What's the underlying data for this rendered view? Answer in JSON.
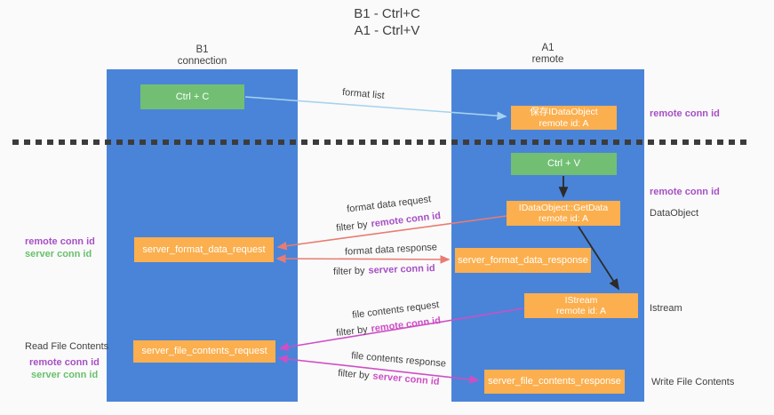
{
  "title": {
    "line1": "B1 - Ctrl+C",
    "line2": "A1 - Ctrl+V"
  },
  "lanes": {
    "left": {
      "name": "B1",
      "role": "connection"
    },
    "right": {
      "name": "A1",
      "role": "remote"
    }
  },
  "boxes": {
    "ctrl_c": {
      "label": "Ctrl + C"
    },
    "save_idataobject": {
      "line1": "保存IDataObject",
      "line2": "remote id: A"
    },
    "ctrl_v": {
      "label": "Ctrl + V"
    },
    "getdata": {
      "line1": "IDataObject::GetData",
      "line2": "remote id: A"
    },
    "format_request": {
      "label": "server_format_data_request"
    },
    "format_response": {
      "label": "server_format_data_response"
    },
    "istream": {
      "line1": "IStream",
      "line2": "remote id: A"
    },
    "file_request": {
      "label": "server_file_contents_request"
    },
    "file_response": {
      "label": "server_file_contents_response"
    }
  },
  "arrow_labels": {
    "format_list": "format list",
    "format_data_request": "format data request",
    "format_data_response": "format data response",
    "file_contents_request": "file contents request",
    "file_contents_response": "file contents response",
    "filter_by": "filter by",
    "remote_conn_id": "remote conn id",
    "server_conn_id": "server conn id"
  },
  "side_labels": {
    "remote_conn_id": "remote conn id",
    "server_conn_id": "server conn id",
    "dataobject": "DataObject",
    "istream": "Istream",
    "read_file_contents": "Read File Contents",
    "write_file_contents": "Write File Contents"
  },
  "colors": {
    "lane_blue": "#4a84d8",
    "box_green": "#72bf74",
    "box_orange": "#fbaf4e",
    "arrow_lightblue": "#a5d2f0",
    "arrow_red": "#e87c72",
    "arrow_magenta": "#cd4fc5",
    "arrow_black": "#2b2b2b",
    "text_purple": "#a750c5",
    "text_green": "#68c06c"
  }
}
